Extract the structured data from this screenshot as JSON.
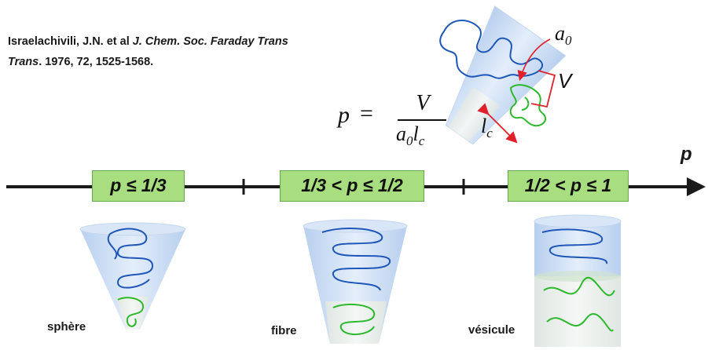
{
  "reference": {
    "authors": "Israelachivili, J.N. et al",
    "journal": "J. Chem. Soc. Faraday Trans",
    "details": ". 1976, 72, 1525-1568."
  },
  "formula": {
    "lhs": "p",
    "equals": "=",
    "numerator": "V",
    "denominator_a": "a",
    "denominator_a_sub": "0",
    "denominator_l": "l",
    "denominator_l_sub": "c"
  },
  "molecule_labels": {
    "a0": "a",
    "a0_sub": "0",
    "v": "V",
    "lc": "l",
    "lc_sub": "c"
  },
  "axis": {
    "label": "p",
    "ranges": [
      "p ≤ 1/3",
      "1/3 < p ≤ 1/2",
      "1/2 < p ≤ 1"
    ]
  },
  "shapes": [
    "sphère",
    "fibre",
    "vésicule"
  ],
  "colors": {
    "box_fill": "#a8de80",
    "cone_fill": "#c9dcf2",
    "tail_fill": "#e6ece9",
    "chain_blue": "#1f57b8",
    "chain_green": "#2db82d",
    "arrow_red": "#e0202a",
    "axis": "#1a1a1a"
  }
}
